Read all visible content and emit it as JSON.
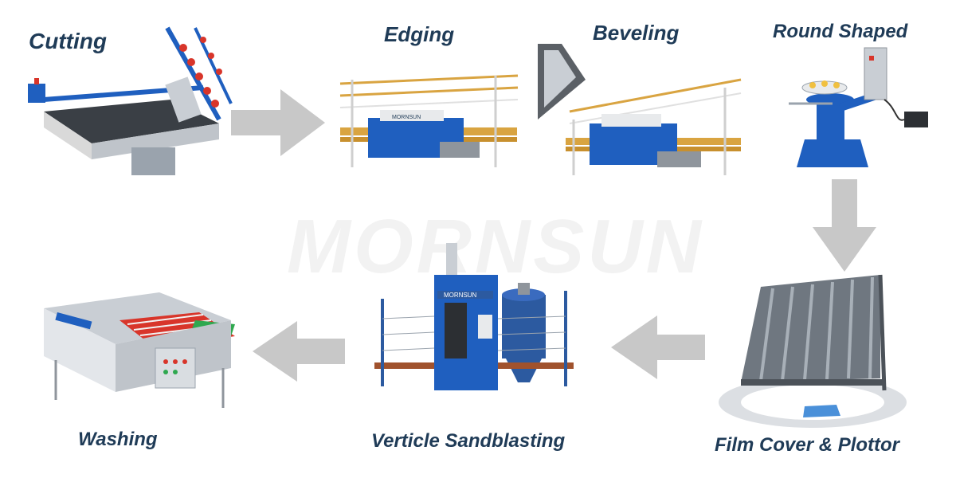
{
  "steps": {
    "cutting": "Cutting",
    "edging": "Edging",
    "beveling": "Beveling",
    "round_shaped": "Round Shaped",
    "film_cover": "Film Cover & Plottor",
    "sandblasting": "Verticle Sandblasting",
    "washing": "Washing"
  },
  "watermark": "MORNSUN",
  "brand_plate": "MORNSUN",
  "colors": {
    "label": "#1f3b57",
    "arrow": "#c8c8c8",
    "machine_blue": "#1f5fbf",
    "machine_red": "#d8352a",
    "machine_green": "#2fa84f",
    "rail_orange": "#d9a441"
  },
  "flow_arrows": [
    "arrow-right",
    "arrow-right",
    "arrow-down",
    "arrow-left",
    "arrow-left"
  ]
}
